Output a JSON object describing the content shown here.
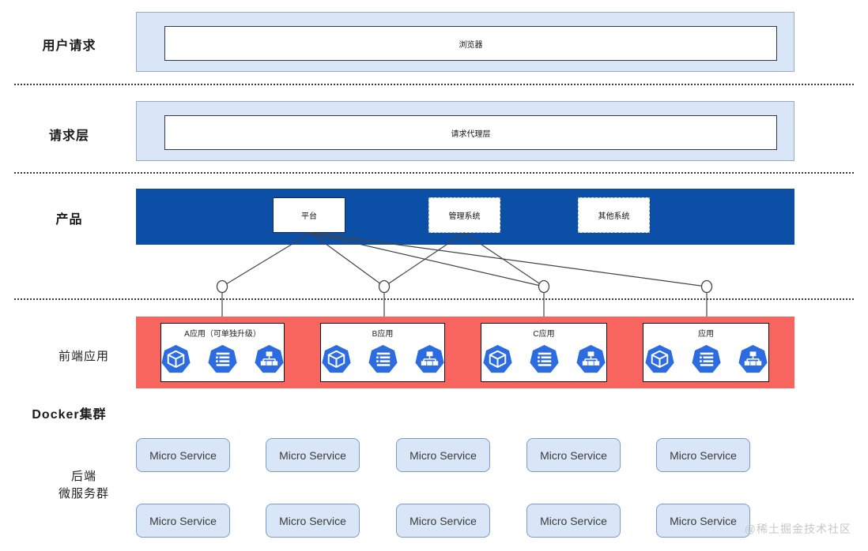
{
  "labels": {
    "user_request": "用户请求",
    "request_layer": "请求层",
    "product": "产品",
    "frontend": "前端应用",
    "docker_cluster": "Docker集群",
    "backend_line1": "后端",
    "backend_line2": "微服务群"
  },
  "boxes": {
    "browser": "浏览器",
    "request_proxy": "请求代理层",
    "platform": "平台",
    "admin_system": "管理系统",
    "other_system": "其他系统"
  },
  "apps": [
    {
      "title": "A应用（可单独升级）"
    },
    {
      "title": "B应用"
    },
    {
      "title": "C应用"
    },
    {
      "title": "应用"
    }
  ],
  "icons": [
    "cube-icon",
    "list-icon",
    "sitemap-icon"
  ],
  "micro_service_label": "Micro Service",
  "watermark": "@稀土掘金技术社区",
  "colors": {
    "band_light": "#d9e6f8",
    "band_blue": "#0c4fa6",
    "band_red": "#f8655f",
    "icon_blue": "#2d6be0",
    "ms_fill": "#d9e6f8",
    "ms_border": "#7a9cc6"
  }
}
